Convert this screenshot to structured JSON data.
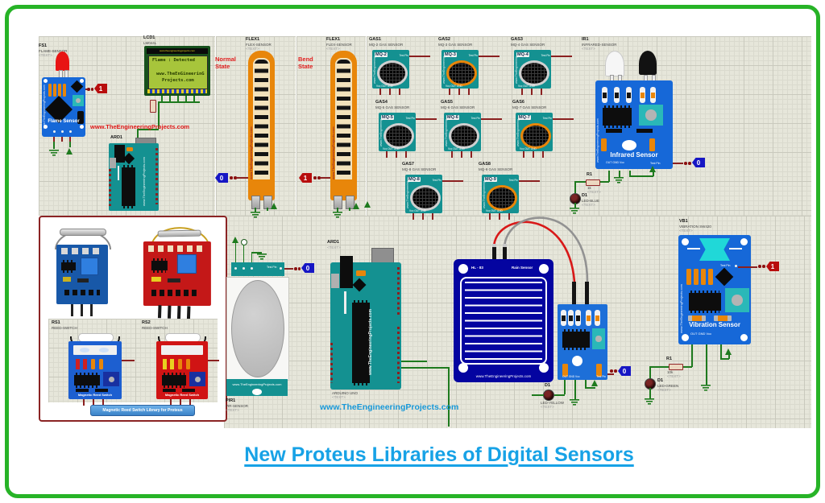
{
  "tp": "<TEXT>",
  "page": {
    "title": "New Proteus Libraries of Digital Sensors"
  },
  "watermarks": {
    "red_top": "www.TheEngineeringProjects.com",
    "blue_bottom": "www.TheEngineeringProjects.com",
    "site": "www.TheEngineeringProjects.com"
  },
  "flame": {
    "ref": "FS1",
    "part": "FLAME-SENSOR",
    "board_label": "Flame Sensor",
    "probe": "1"
  },
  "lcd": {
    "ref": "LCD1",
    "part": "LM044L",
    "header": "www.theengineeringprojects.com",
    "line1": "Flame : Detected",
    "line2": "www.TheEnGineerinG",
    "line3": "Projects.com"
  },
  "arduino1": {
    "ref": "ARD1"
  },
  "flex1": {
    "ref": "FLEX1",
    "part": "FLEX-SENSOR",
    "state1": "Normal",
    "state2": "State",
    "probe": "0"
  },
  "flex2": {
    "ref": "FLEX1",
    "part": "FLEX-SENSOR",
    "state1": "Bend",
    "state2": "State",
    "probe": "1"
  },
  "gas": {
    "pins": "Vcc OUT GND",
    "test_pin": "Test Pin",
    "items": [
      {
        "ref": "GAS1",
        "name": "MQ-2",
        "part": "MQ-2 GAS SENSOR"
      },
      {
        "ref": "GAS2",
        "name": "MQ-3",
        "part": "MQ-3 GAS SENSOR"
      },
      {
        "ref": "GAS3",
        "name": "MQ-4",
        "part": "MQ-4 GAS SENSOR"
      },
      {
        "ref": "GAS4",
        "name": "MQ-5",
        "part": "MQ-5 GAS SENSOR"
      },
      {
        "ref": "GAS5",
        "name": "MQ-6",
        "part": "MQ-6 GAS SENSOR"
      },
      {
        "ref": "GAS6",
        "name": "MQ-7",
        "part": "MQ-7 GAS SENSOR"
      },
      {
        "ref": "GAS7",
        "name": "MQ-8",
        "part": "MQ-8 GAS SENSOR"
      },
      {
        "ref": "GAS8",
        "name": "MQ-9",
        "part": "MQ-9 GAS SENSOR"
      }
    ]
  },
  "infrared": {
    "ref": "IR1",
    "part": "INFRARED-SENSOR",
    "board_label": "Infrared Sensor",
    "pins": "OUT GND Vcc",
    "test_pin": "Test Pin",
    "probe": "0",
    "r_ref": "R1",
    "r_val": "1k",
    "d_ref": "D1",
    "d_val": "LED-BLUE"
  },
  "magnetic": {
    "ref1": "RS1",
    "part1": "REED-SWITCH",
    "ref2": "RS2",
    "part2": "REED-SWITCH",
    "board_label": "Magnetic Reed Switch",
    "banner": "Magnetic Reed Switch Library for Proteus"
  },
  "pir": {
    "ref": "PIR1",
    "part": "PIR-SENSOR",
    "test_pin": "Test Pin",
    "probe": "0",
    "footer": "www.TheEngineeringProjects.com"
  },
  "arduino2": {
    "ref": "ARD1",
    "part": "ARDUINO UNO"
  },
  "rain": {
    "model": "HL - 83",
    "board_label": "Rain Sensor",
    "footer": "www.TheEngineeringProjects.com",
    "pins": "OUT GND Vcc",
    "test_pin": "Test Pin",
    "probe": "0",
    "d_ref": "D1",
    "d_val": "LED-YELLOW"
  },
  "vibration": {
    "ref": "VB1",
    "part": "VIBRATION SW420",
    "board_label": "Vibration Sensor",
    "pins": "OUT GND Vcc",
    "test_pin": "Test Pin",
    "probe": "1",
    "r_ref": "R1",
    "r_val": "10k",
    "d_ref": "D1",
    "d_val": "LED-GREEN"
  },
  "colors": {
    "accent_blue": "#17a2e6",
    "board_teal": "#149191",
    "board_blue": "#1668d8",
    "orange": "#e8860a",
    "border_green": "#27b327"
  }
}
